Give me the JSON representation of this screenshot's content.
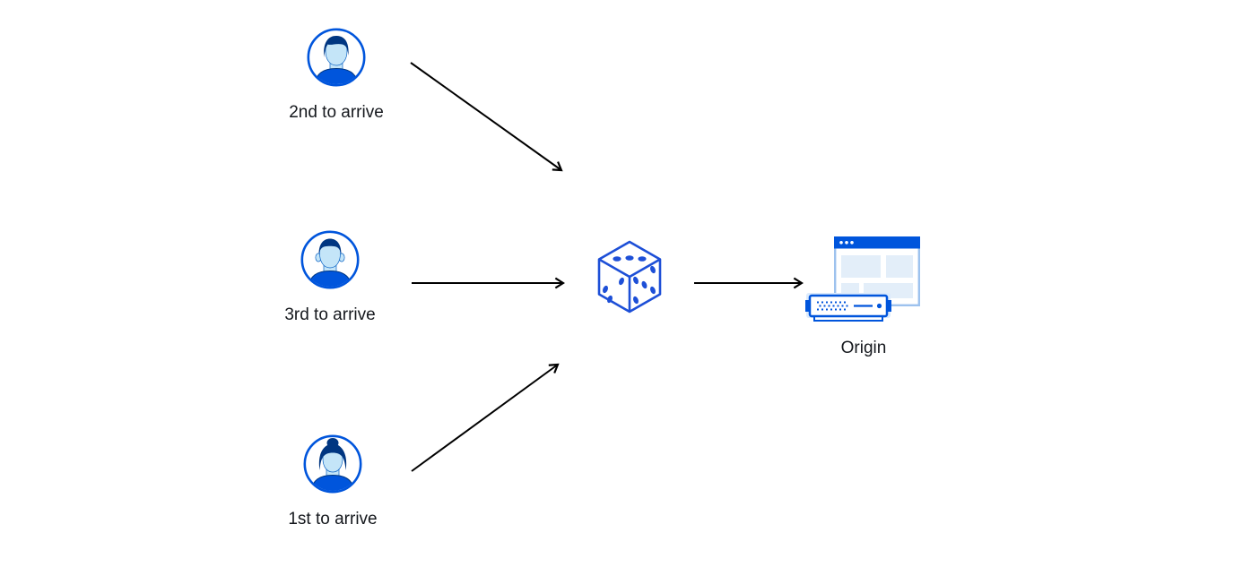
{
  "diagram": {
    "background": "#ffffff",
    "users": [
      {
        "label": "2nd to arrive",
        "icon": "avatar-man-swept-hair"
      },
      {
        "label": "3rd to arrive",
        "icon": "avatar-man-flat-hair"
      },
      {
        "label": "1st to arrive",
        "icon": "avatar-woman-bun"
      }
    ],
    "router": {
      "icon": "dice"
    },
    "origin": {
      "label": "Origin",
      "icons": [
        "browser-window",
        "server"
      ]
    },
    "arrows": [
      {
        "from": "user-2nd-to-arrive",
        "to": "dice"
      },
      {
        "from": "user-3rd-to-arrive",
        "to": "dice"
      },
      {
        "from": "user-1st-to-arrive",
        "to": "dice"
      },
      {
        "from": "dice",
        "to": "origin"
      }
    ],
    "colors": {
      "primary_blue": "#0055dc",
      "dark_navy": "#003681",
      "skin_light_blue": "#c4e5f8",
      "panel_light_blue": "#e3eef9",
      "dice_blue": "#1d4fd7",
      "window_border_blue": "#9dc2ee",
      "server_glow_blue": "#dbeafc",
      "arrow_color": "#000000",
      "label_color": "#15181d"
    }
  }
}
